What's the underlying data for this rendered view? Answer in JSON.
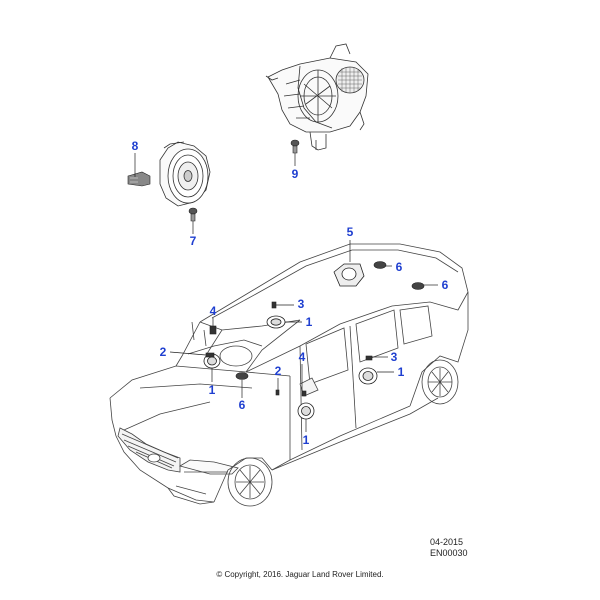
{
  "diagram": {
    "callouts": [
      {
        "id": "c8",
        "label": "8"
      },
      {
        "id": "c7",
        "label": "7"
      },
      {
        "id": "c9",
        "label": "9"
      },
      {
        "id": "c5",
        "label": "5"
      },
      {
        "id": "c6a",
        "label": "6"
      },
      {
        "id": "c6b",
        "label": "6"
      },
      {
        "id": "c4a",
        "label": "4"
      },
      {
        "id": "c3a",
        "label": "3"
      },
      {
        "id": "c1a",
        "label": "1"
      },
      {
        "id": "c2a",
        "label": "2"
      },
      {
        "id": "c1b",
        "label": "1"
      },
      {
        "id": "c6c",
        "label": "6"
      },
      {
        "id": "c2b",
        "label": "2"
      },
      {
        "id": "c4b",
        "label": "4"
      },
      {
        "id": "c3b",
        "label": "3"
      },
      {
        "id": "c1c",
        "label": "1"
      },
      {
        "id": "c1d",
        "label": "1"
      }
    ],
    "callout_color": "#1f3fd0",
    "line_color": "#222222"
  },
  "footer": {
    "date": "04-2015",
    "code": "EN00030",
    "copyright": "© Copyright, 2016. Jaguar Land Rover Limited."
  }
}
